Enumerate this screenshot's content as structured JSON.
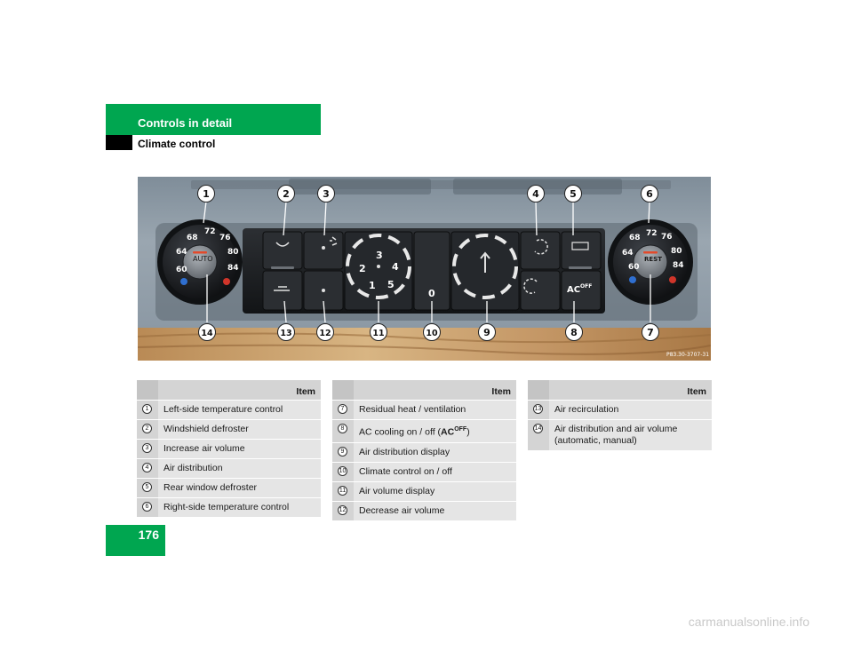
{
  "header": {
    "chapter": "Controls in detail",
    "section": "Climate control"
  },
  "page_number": "176",
  "figure": {
    "code": "P83.30-3707-31",
    "left_dial_scale": [
      "60",
      "64",
      "68",
      "72",
      "76",
      "80",
      "84"
    ],
    "left_dial_button": "AUTO",
    "right_dial_scale": [
      "60",
      "64",
      "68",
      "72",
      "76",
      "80",
      "84"
    ],
    "right_dial_button": "REST",
    "fan_scale": [
      "1",
      "2",
      "3",
      "4",
      "5"
    ],
    "off_button": "0",
    "ac_button": "AC",
    "ac_sup": "OFF",
    "callouts_top": [
      "1",
      "2",
      "3",
      "4",
      "5",
      "6"
    ],
    "callouts_bottom": [
      "14",
      "13",
      "12",
      "11",
      "10",
      "9",
      "8",
      "7"
    ]
  },
  "tables": [
    {
      "header": "Item",
      "rows": [
        {
          "num": "1",
          "text": "Left-side temperature control"
        },
        {
          "num": "2",
          "text": "Windshield defroster"
        },
        {
          "num": "3",
          "text": "Increase air volume"
        },
        {
          "num": "4",
          "text": "Air distribution"
        },
        {
          "num": "5",
          "text": "Rear window defroster"
        },
        {
          "num": "6",
          "text": "Right-side temperature control"
        }
      ]
    },
    {
      "header": "Item",
      "rows": [
        {
          "num": "7",
          "text": "Residual heat / ventilation"
        },
        {
          "num": "8",
          "text_pre": "AC cooling on / off (",
          "text_ac": "AC",
          "text_sup": "OFF",
          "text_post": ")"
        },
        {
          "num": "9",
          "text": "Air distribution display"
        },
        {
          "num": "10",
          "text": "Climate control on / off"
        },
        {
          "num": "11",
          "text": "Air volume display"
        },
        {
          "num": "12",
          "text": "Decrease air volume"
        }
      ]
    },
    {
      "header": "Item",
      "rows": [
        {
          "num": "13",
          "text": "Air recirculation"
        },
        {
          "num": "14",
          "text": "Air distribution and air volume (automatic, manual)"
        }
      ]
    }
  ],
  "footer": "carmanualsonline.info"
}
